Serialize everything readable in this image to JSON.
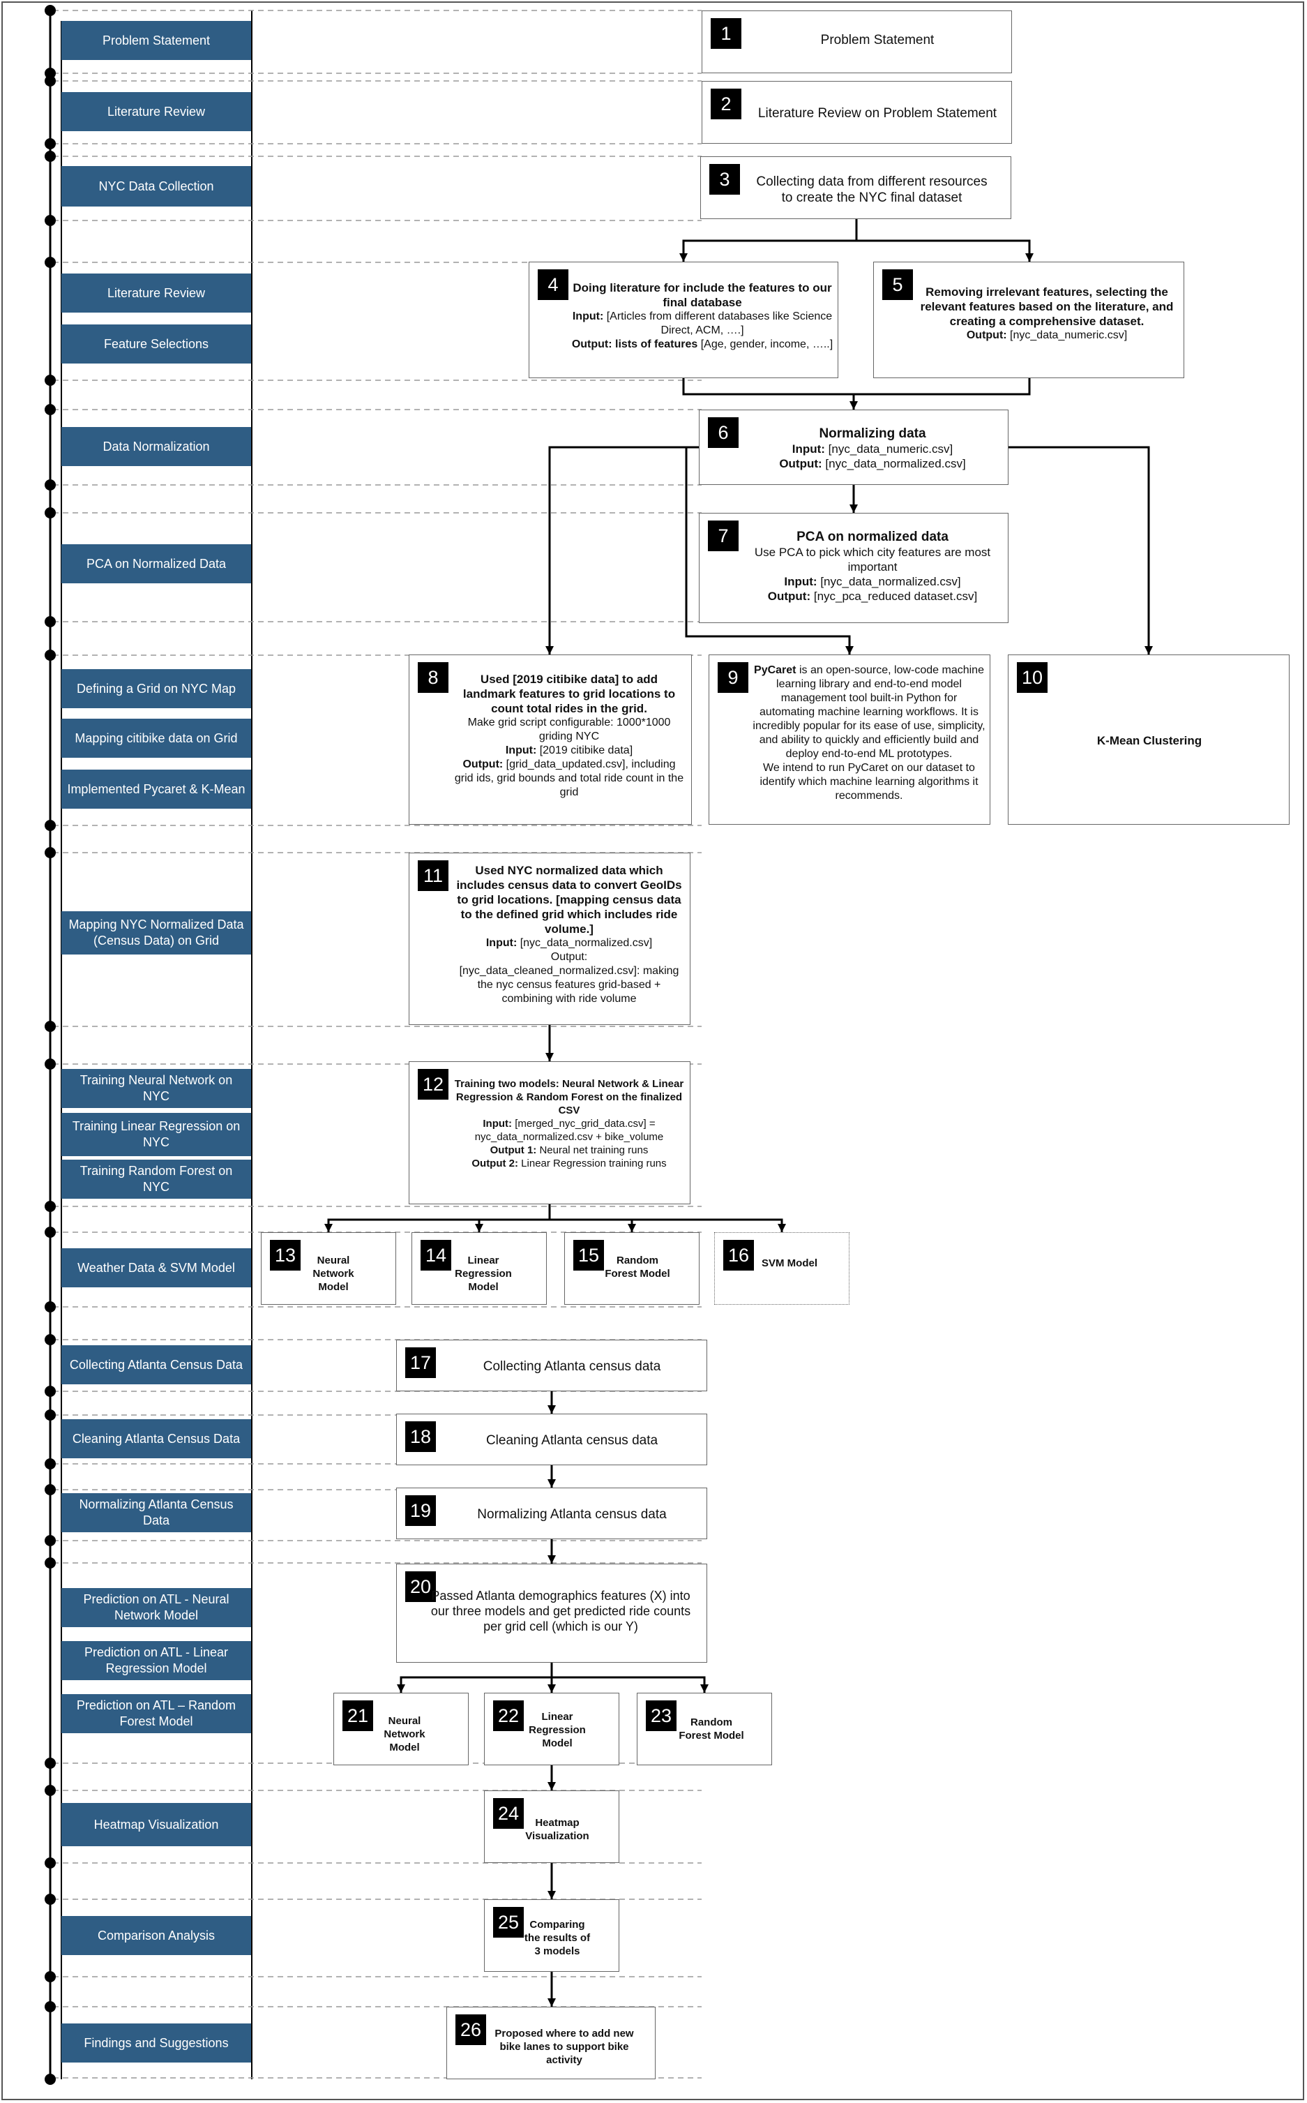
{
  "sidebar": [
    {
      "id": "problem",
      "label": "Problem Statement"
    },
    {
      "id": "litreview1",
      "label": "Literature Review"
    },
    {
      "id": "nycdata",
      "label": "NYC Data Collection"
    },
    {
      "id": "litreview2",
      "label": "Literature Review"
    },
    {
      "id": "featsel",
      "label": "Feature Selections"
    },
    {
      "id": "datanorm",
      "label": "Data Normalization"
    },
    {
      "id": "pca",
      "label": "PCA on Normalized Data"
    },
    {
      "id": "grid",
      "label": "Defining a Grid on NYC Map"
    },
    {
      "id": "citibike",
      "label": "Mapping citibike data on Grid"
    },
    {
      "id": "pycaret",
      "label": "Implemented Pycaret & K-Mean"
    },
    {
      "id": "census",
      "label": "Mapping  NYC Normalized Data (Census Data) on Grid"
    },
    {
      "id": "trainnn",
      "label": "Training Neural Network on NYC"
    },
    {
      "id": "trainlr",
      "label": "Training Linear Regression on NYC"
    },
    {
      "id": "trainrf",
      "label": "Training Random Forest on NYC"
    },
    {
      "id": "weather",
      "label": "Weather Data & SVM Model"
    },
    {
      "id": "atlcollect",
      "label": "Collecting Atlanta Census Data"
    },
    {
      "id": "atlclean",
      "label": "Cleaning Atlanta Census Data"
    },
    {
      "id": "atlnorm",
      "label": "Normalizing Atlanta Census Data"
    },
    {
      "id": "prednn",
      "label": "Prediction on ATL - Neural Network Model"
    },
    {
      "id": "predlr",
      "label": "Prediction on ATL - Linear Regression Model"
    },
    {
      "id": "predrf",
      "label": "Prediction on ATL – Random Forest Model"
    },
    {
      "id": "heatmap",
      "label": "Heatmap Visualization"
    },
    {
      "id": "compare",
      "label": "Comparison Analysis"
    },
    {
      "id": "findings",
      "label": "Findings and Suggestions"
    }
  ],
  "steps": [
    {
      "num": "1",
      "title": "",
      "lines": [
        [
          "Problem Statement"
        ]
      ]
    },
    {
      "num": "2",
      "title": "",
      "lines": [
        [
          "Literature Review on Problem Statement"
        ]
      ]
    },
    {
      "num": "3",
      "title": "",
      "lines": [
        [
          "Collecting data from different resources"
        ],
        [
          "to create the NYC final dataset"
        ]
      ]
    },
    {
      "num": "4",
      "title": "Doing literature for include the features to our final database",
      "lines": [
        [
          "Input:",
          " [Articles from different databases like Science Direct, ACM, ….]"
        ],
        [
          "Output: lists of features",
          " [Age, gender,  income, …..]"
        ]
      ]
    },
    {
      "num": "5",
      "title": "Removing irrelevant features, selecting the relevant features based on the literature, and creating a comprehensive dataset.",
      "lines": [
        [
          "Output:",
          "  [nyc_data_numeric.csv]"
        ]
      ]
    },
    {
      "num": "6",
      "title": "Normalizing data",
      "lines": [
        [
          "Input:",
          " [nyc_data_numeric.csv]"
        ],
        [
          "Output:",
          " [nyc_data_normalized.csv]"
        ]
      ]
    },
    {
      "num": "7",
      "title": "PCA on normalized data",
      "lines": [
        [
          "Use PCA to pick which city features are most important"
        ],
        [
          "Input:",
          " [nyc_data_normalized.csv]"
        ],
        [
          "Output:",
          " [nyc_pca_reduced dataset.csv]"
        ]
      ]
    },
    {
      "num": "8",
      "title": "Used [2019 citibike data] to add landmark features to grid locations to count total rides in the grid.",
      "lines": [
        [
          "Make grid script configurable: 1000*1000 griding NYC"
        ],
        [
          " "
        ],
        [
          "Input:",
          " [2019 citibike data]"
        ],
        [
          "Output:",
          " [grid_data_updated.csv], including grid ids, grid bounds and total ride count in the grid"
        ]
      ]
    },
    {
      "num": "9",
      "title": "",
      "lines": [
        [
          "PyCaret",
          " is an open-source, low-code machine learning library and end-to-end model management tool built-in Python for automating machine learning workflows. It is incredibly popular for its ease of use, simplicity, and ability to quickly and efficiently build and deploy end-to-end ML prototypes."
        ],
        [
          " "
        ],
        [
          "We intend to run PyCaret on our dataset to identify which machine learning algorithms it recommends."
        ]
      ]
    },
    {
      "num": "10",
      "title": "K-Mean Clustering",
      "lines": []
    },
    {
      "num": "11",
      "title": "Used NYC normalized data which includes census data to convert GeoIDs to grid locations. [mapping census data to the defined grid which includes ride volume.]",
      "lines": [
        [
          " "
        ],
        [
          "Input:",
          " [nyc_data_normalized.csv]"
        ],
        [
          "Output:"
        ],
        [
          "[nyc_data_cleaned_normalized.csv]: making the nyc census features grid-based + combining with ride volume"
        ]
      ]
    },
    {
      "num": "12",
      "title": "Training two models: Neural Network & Linear Regression & Random Forest on the finalized CSV",
      "lines": [
        [
          " "
        ],
        [
          "Input:",
          " [merged_nyc_grid_data.csv] = nyc_data_normalized.csv + bike_volume"
        ],
        [
          "Output 1:",
          " Neural net training runs"
        ],
        [
          "Output 2:",
          " Linear Regression training runs"
        ]
      ]
    },
    {
      "num": "13",
      "title": "Neural Network Model",
      "lines": []
    },
    {
      "num": "14",
      "title": "Linear Regression Model",
      "lines": []
    },
    {
      "num": "15",
      "title": "Random Forest Model",
      "lines": []
    },
    {
      "num": "16",
      "title": "SVM Model",
      "lines": []
    },
    {
      "num": "17",
      "title": "",
      "lines": [
        [
          "Collecting Atlanta census data"
        ]
      ]
    },
    {
      "num": "18",
      "title": "",
      "lines": [
        [
          "Cleaning Atlanta census data"
        ]
      ]
    },
    {
      "num": "19",
      "title": "",
      "lines": [
        [
          "Normalizing Atlanta census data"
        ]
      ]
    },
    {
      "num": "20",
      "title": "",
      "lines": [
        [
          "Passed Atlanta demographics features (X) into our three models and get predicted ride counts per grid cell (which is our Y)"
        ]
      ]
    },
    {
      "num": "21",
      "title": "Neural Network Model",
      "lines": []
    },
    {
      "num": "22",
      "title": "Linear Regression Model",
      "lines": []
    },
    {
      "num": "23",
      "title": "Random Forest Model",
      "lines": []
    },
    {
      "num": "24",
      "title": "Heatmap Visualization",
      "lines": []
    },
    {
      "num": "25",
      "title": "Comparing the results of 3 models",
      "lines": []
    },
    {
      "num": "26",
      "title": "Proposed where to add new bike lanes to support bike activity",
      "lines": []
    }
  ]
}
